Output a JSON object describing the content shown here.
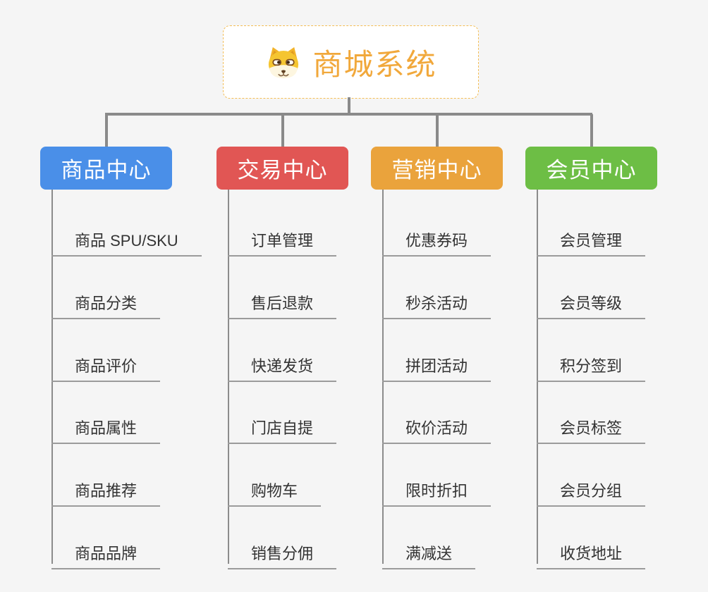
{
  "app": {
    "background_color": "#f5f5f5",
    "connector_color": "#8a8a8a",
    "underline_color": "#9b9b9b"
  },
  "root": {
    "title": "商城系统",
    "icon": "dog-face-icon",
    "title_color": "#f1a83b",
    "border_color": "#f3bd55",
    "background": "#ffffff"
  },
  "branches": [
    {
      "id": "product-center",
      "label": "商品中心",
      "color": "#4a8fe8",
      "children": [
        "商品 SPU/SKU",
        "商品分类",
        "商品评价",
        "商品属性",
        "商品推荐",
        "商品品牌"
      ]
    },
    {
      "id": "trade-center",
      "label": "交易中心",
      "color": "#e15654",
      "children": [
        "订单管理",
        "售后退款",
        "快递发货",
        "门店自提",
        "购物车",
        "销售分佣"
      ]
    },
    {
      "id": "marketing-center",
      "label": "营销中心",
      "color": "#eaa33c",
      "children": [
        "优惠券码",
        "秒杀活动",
        "拼团活动",
        "砍价活动",
        "限时折扣",
        "满减送"
      ]
    },
    {
      "id": "member-center",
      "label": "会员中心",
      "color": "#6dbe45",
      "children": [
        "会员管理",
        "会员等级",
        "积分签到",
        "会员标签",
        "会员分组",
        "收货地址"
      ]
    }
  ]
}
